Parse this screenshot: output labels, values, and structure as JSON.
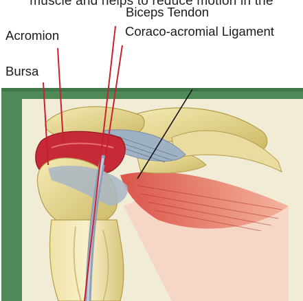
{
  "caption_fragment": "muscle and helps to reduce motion in the",
  "labels": {
    "biceps_tendon": "Biceps Tendon",
    "acromion": "Acromion",
    "coraco_acromial_ligament": "Coraco-acromial Ligament",
    "bursa": "Bursa"
  },
  "colors": {
    "frame_green": "#4d8a58",
    "background_cream": "#f1ecd6",
    "bone_yellow": "#e7d98d",
    "bursa_red": "#c62a36",
    "muscle_red": "#e0604c",
    "ligament_blue_grey": "#9fb2c4",
    "leader_line_red": "#c8202e"
  }
}
